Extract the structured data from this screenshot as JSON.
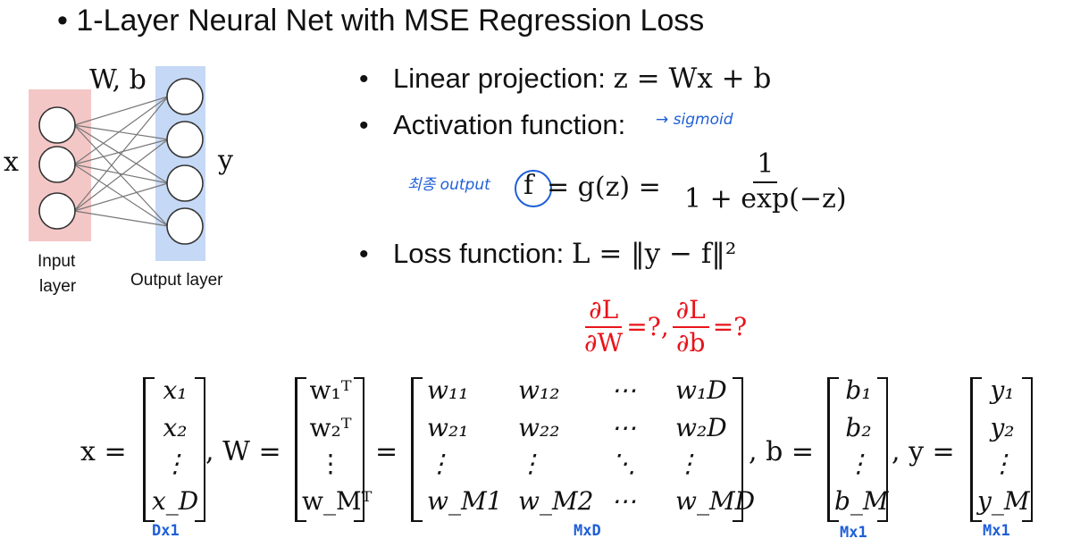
{
  "title": "• 1-Layer Neural Net with MSE Regression Loss",
  "diagram": {
    "weights_label": "W, b",
    "input_symbol": "x",
    "output_symbol": "y",
    "input_layer_label_1": "Input",
    "input_layer_label_2": "layer",
    "output_layer_label": "Output layer",
    "input_nodes": 3,
    "output_nodes": 4,
    "colors": {
      "input_bg": "#f4c7c7",
      "output_bg": "#c5d8f5",
      "edge": "#777777"
    }
  },
  "bullets": {
    "linear_label": "Linear projection: ",
    "linear_eq": "z = Wx + b",
    "activation_label": "Activation function:",
    "activation_note": "→ sigmoid",
    "final_output_note": "최종 output",
    "f_symbol": "f",
    "g_eq": "= g(z) =",
    "frac_num": "1",
    "frac_den": "1 + exp(−z)",
    "loss_label": "Loss function: ",
    "loss_eq": "L = ‖y − f‖²"
  },
  "question": {
    "num1": "∂L",
    "den1": "∂W",
    "mid": "=?,",
    "num2": "∂L",
    "den2": "∂b",
    "end": "=?"
  },
  "equations": {
    "x_eq": "x =",
    "x_vec": [
      "x₁",
      "x₂",
      "⋮",
      "x_D"
    ],
    "W_eq": ", W =",
    "W_rows": [
      "w₁ᵀ",
      "w₂ᵀ",
      "⋮",
      "w_Mᵀ"
    ],
    "eq2": "=",
    "W_matrix": [
      [
        "w₁₁",
        "w₁₂",
        "⋯",
        "w₁D"
      ],
      [
        "w₂₁",
        "w₂₂",
        "⋯",
        "w₂D"
      ],
      [
        "⋮",
        "⋮",
        "⋱",
        "⋮"
      ],
      [
        "w_M1",
        "w_M2",
        "⋯",
        "w_MD"
      ]
    ],
    "b_eq": ", b =",
    "b_vec": [
      "b₁",
      "b₂",
      "⋮",
      "b_M"
    ],
    "y_eq": ", y =",
    "y_vec": [
      "y₁",
      "y₂",
      "⋮",
      "y_M"
    ]
  },
  "dims": {
    "x_dim": "Dx1",
    "W_dim": "MxD",
    "b_dim": "Mx1",
    "y_dim": "Mx1"
  }
}
